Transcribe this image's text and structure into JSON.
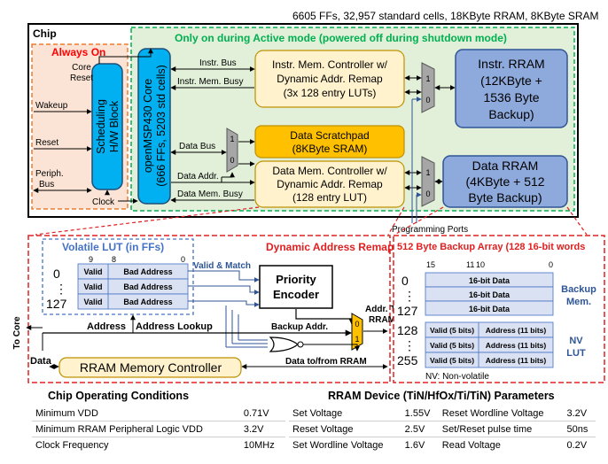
{
  "stats": "6605 FFs, 32,957 standard cells, 18KByte RRAM, 8KByte SRAM",
  "chip": {
    "label": "Chip",
    "always_on": "Always On",
    "active_region": "Only on during Active mode (powered off during shutdown mode)",
    "core_reset": [
      "Core",
      "Reset"
    ],
    "wakeup": "Wakeup",
    "reset": "Reset",
    "periph_bus": [
      "Periph.",
      "Bus"
    ],
    "clock": "Clock",
    "scheduling_block": [
      "Scheduling",
      "H/W Block"
    ],
    "core": [
      "openMSP430 Core",
      "(666 FFs, 5203 std cells)"
    ],
    "instr_bus": "Instr. Bus",
    "instr_mem_busy": "Instr. Mem. Busy",
    "data_bus": "Data Bus",
    "data_addr": "Data Addr.",
    "data_mem_busy": "Data Mem. Busy",
    "instr_mem_ctrl": [
      "Instr. Mem. Controller w/",
      "Dynamic Addr. Remap",
      "(3x 128 entry LUTs)"
    ],
    "data_scratchpad": [
      "Data Scratchpad",
      "(8KByte SRAM)"
    ],
    "data_mem_ctrl": [
      "Data Mem. Controller w/",
      "Dynamic Addr. Remap",
      "(128 entry LUT)"
    ],
    "instr_rram": [
      "Instr. RRAM",
      "(12KByte +",
      "1536 Byte",
      "Backup)"
    ],
    "data_rram": [
      "Data RRAM",
      "(4KByte + 512",
      "Byte Backup)"
    ],
    "programming_ports": "Programming Ports",
    "mux_inputs": [
      "1",
      "0"
    ]
  },
  "remap": {
    "title": "Dynamic Address Remapping",
    "lut_title": "Volatile LUT (in FFs)",
    "bit_labels": [
      "9",
      "8",
      "0"
    ],
    "rows": [
      "0",
      "⋮",
      "127"
    ],
    "valid": "Valid",
    "bad_address": "Bad Address",
    "valid_match": "Valid & Match",
    "priority_encoder": [
      "Priority",
      "Encoder"
    ],
    "addr_to_rram": [
      "Addr. To",
      "RRAM"
    ],
    "backup_addr": "Backup Addr.",
    "address": "Address",
    "address_lookup": "Address Lookup",
    "to_core": "To Core",
    "data": "Data",
    "rram_ctrl": "RRAM Memory Controller",
    "data_to_from": "Data to/from RRAM"
  },
  "backup": {
    "title": "512 Byte Backup Array (128 16-bit words",
    "bit_labels": [
      "15",
      "11",
      "10",
      "0"
    ],
    "row_labels_top": [
      "0",
      "⋮",
      "127"
    ],
    "row_labels_bottom": [
      "128",
      "⋮",
      "255"
    ],
    "data_cell": "16-bit Data",
    "valid_cell": "Valid (5 bits)",
    "address_cell": "Address (11 bits)",
    "backup_mem": [
      "Backup",
      "Mem."
    ],
    "nv_lut": [
      "NV",
      "LUT"
    ],
    "nv_note": "NV: Non-volatile"
  },
  "chip_conditions": {
    "title": "Chip Operating Conditions",
    "rows": [
      {
        "name": "Minimum VDD",
        "value": "0.71V"
      },
      {
        "name": "Minimum RRAM Peripheral Logic VDD",
        "value": "3.2V"
      },
      {
        "name": "Clock Frequency",
        "value": "10MHz"
      }
    ]
  },
  "rram_params": {
    "title": "RRAM Device (TiN/HfOx/Ti/TiN) Parameters",
    "rows": [
      {
        "n1": "Set Voltage",
        "v1": "1.55V",
        "n2": "Reset Wordline Voltage",
        "v2": "3.2V"
      },
      {
        "n1": "Reset Voltage",
        "v1": "2.5V",
        "n2": "Set/Reset pulse time",
        "v2": "50ns"
      },
      {
        "n1": "Set Wordline Voltage",
        "v1": "1.6V",
        "n2": "Read Voltage",
        "v2": "0.2V"
      }
    ]
  },
  "colors": {
    "always_on_fill": "#fbe4d5",
    "always_on_border": "#ed7d31",
    "active_fill": "#e2f0d9",
    "active_border": "#00b050",
    "core_fill": "#00b0f0",
    "controller_fill": "#fff2cc",
    "controller_border": "#bf9000",
    "scratchpad_fill": "#ffc000",
    "rram_fill": "#8ea9db",
    "rram_border": "#2f5597",
    "mux_fill": "#a6a6a6",
    "dashed_red": "#e02020",
    "lut_border": "#4472c4",
    "cell_fill": "#d9e1f2"
  }
}
